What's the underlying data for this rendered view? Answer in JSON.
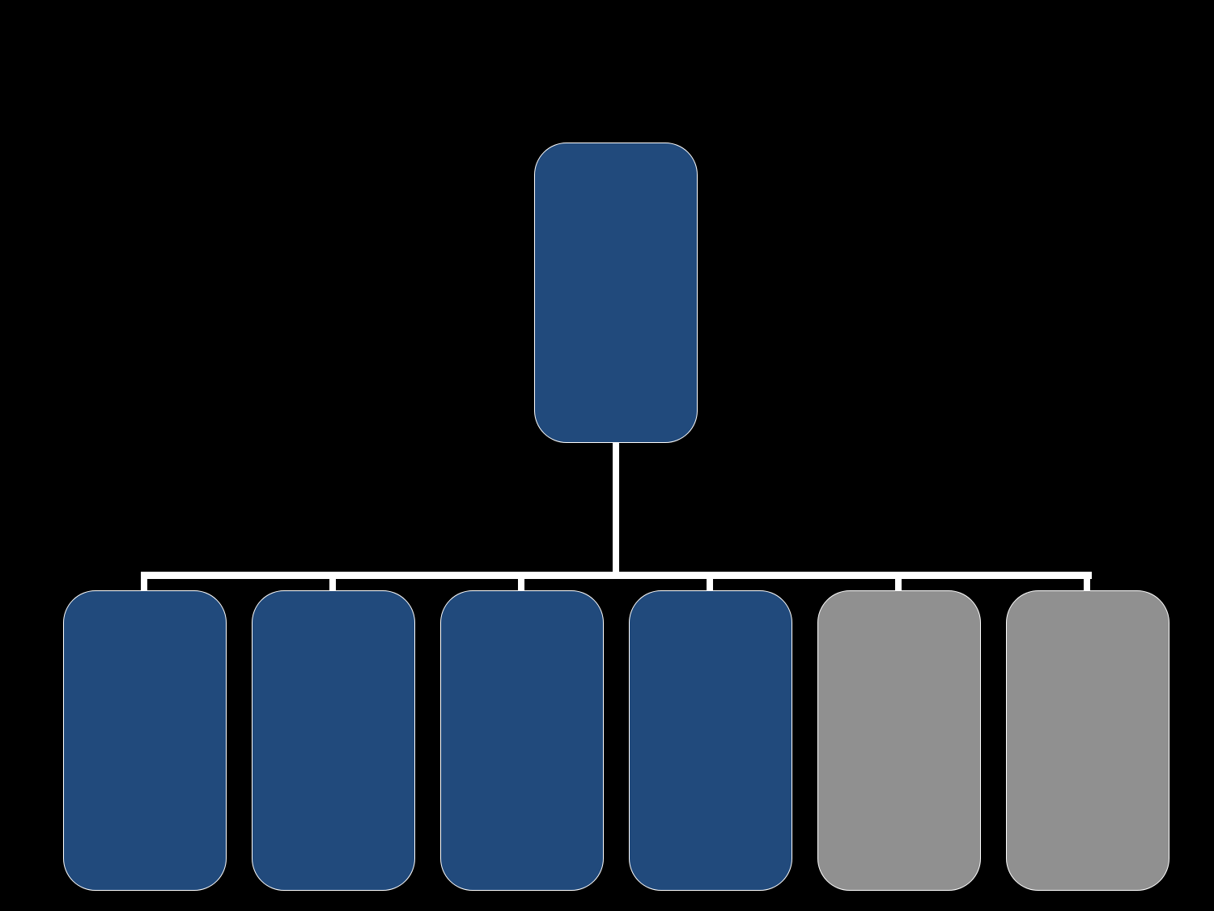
{
  "colors": {
    "background": "#000000",
    "active": "#214a7c",
    "inactive": "#909090",
    "line": "#ffffff"
  },
  "root": {
    "label": "",
    "state": "active"
  },
  "children": [
    {
      "label": "",
      "state": "active"
    },
    {
      "label": "",
      "state": "active"
    },
    {
      "label": "",
      "state": "active"
    },
    {
      "label": "",
      "state": "active"
    },
    {
      "label": "",
      "state": "inactive"
    },
    {
      "label": "",
      "state": "inactive"
    }
  ]
}
